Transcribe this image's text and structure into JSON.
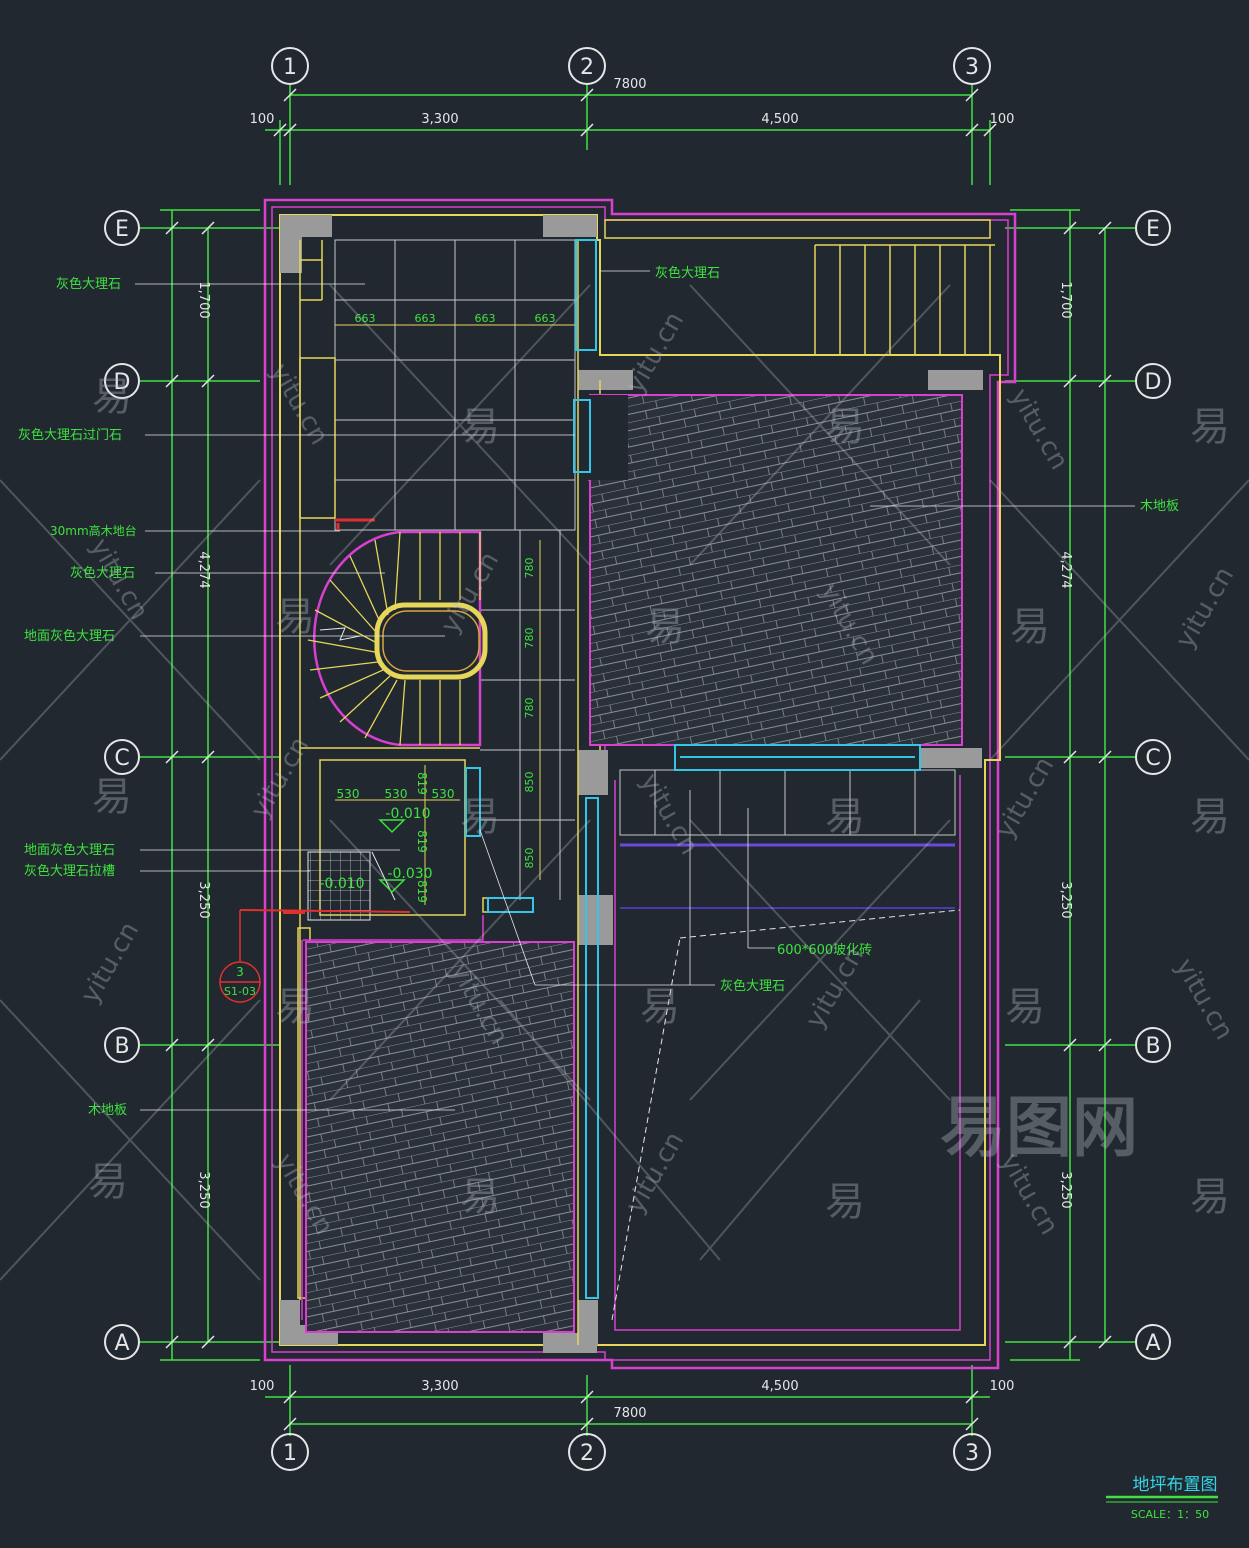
{
  "grid_labels": {
    "cols": [
      "1",
      "2",
      "3"
    ],
    "rows": [
      "E",
      "D",
      "C",
      "B",
      "A"
    ]
  },
  "dimensions": {
    "top_total": "7800",
    "top_left_offset": "100",
    "top_span_1": "3,300",
    "top_span_2": "4,500",
    "top_right_offset": "100",
    "bottom_total": "7800",
    "bottom_left_offset": "100",
    "bottom_span_1": "3,300",
    "bottom_span_2": "4,500",
    "bottom_right_offset": "100",
    "left_segments": [
      "1,700",
      "4,274",
      "3,250",
      "3,250"
    ],
    "right_segments": [
      "1,700",
      "4,274",
      "3,250",
      "3,250"
    ],
    "tile_widths": [
      "663",
      "663",
      "663",
      "663"
    ],
    "stair_widths": [
      "780",
      "780",
      "780",
      "850",
      "850"
    ],
    "small_room_widths": [
      "530",
      "530",
      "530"
    ],
    "small_room_heights": [
      "819",
      "819",
      "819"
    ]
  },
  "levels": {
    "level_1": "-0.010",
    "level_2": "-0.030",
    "level_3": "-0.010"
  },
  "annotations": {
    "left": [
      "灰色大理石",
      "灰色大理石过门石",
      "30mm高木地台",
      "灰色大理石",
      "地面灰色大理石",
      "地面灰色大理石",
      "灰色大理石拉槽",
      "木地板"
    ],
    "right_top": "灰色大理石",
    "right_wood": "木地板",
    "tile_600": "600*600玻化砖",
    "center_marble": "灰色大理石"
  },
  "detail_ref": {
    "number": "3",
    "sheet": "S1-03"
  },
  "title_block": {
    "title": "地坪布置图",
    "scale": "SCALE：1：50"
  },
  "watermark": {
    "logo": "易图网",
    "char": "易",
    "site": "yitu.cn"
  },
  "colors": {
    "background": "#212830",
    "grid_green": "#3fe23f",
    "wall_magenta": "#d93fd0",
    "wall_yellow": "#e6d659",
    "glass_cyan": "#33c6e6",
    "text_white": "#e6e6e6",
    "wood_fill": "#2d3440"
  }
}
